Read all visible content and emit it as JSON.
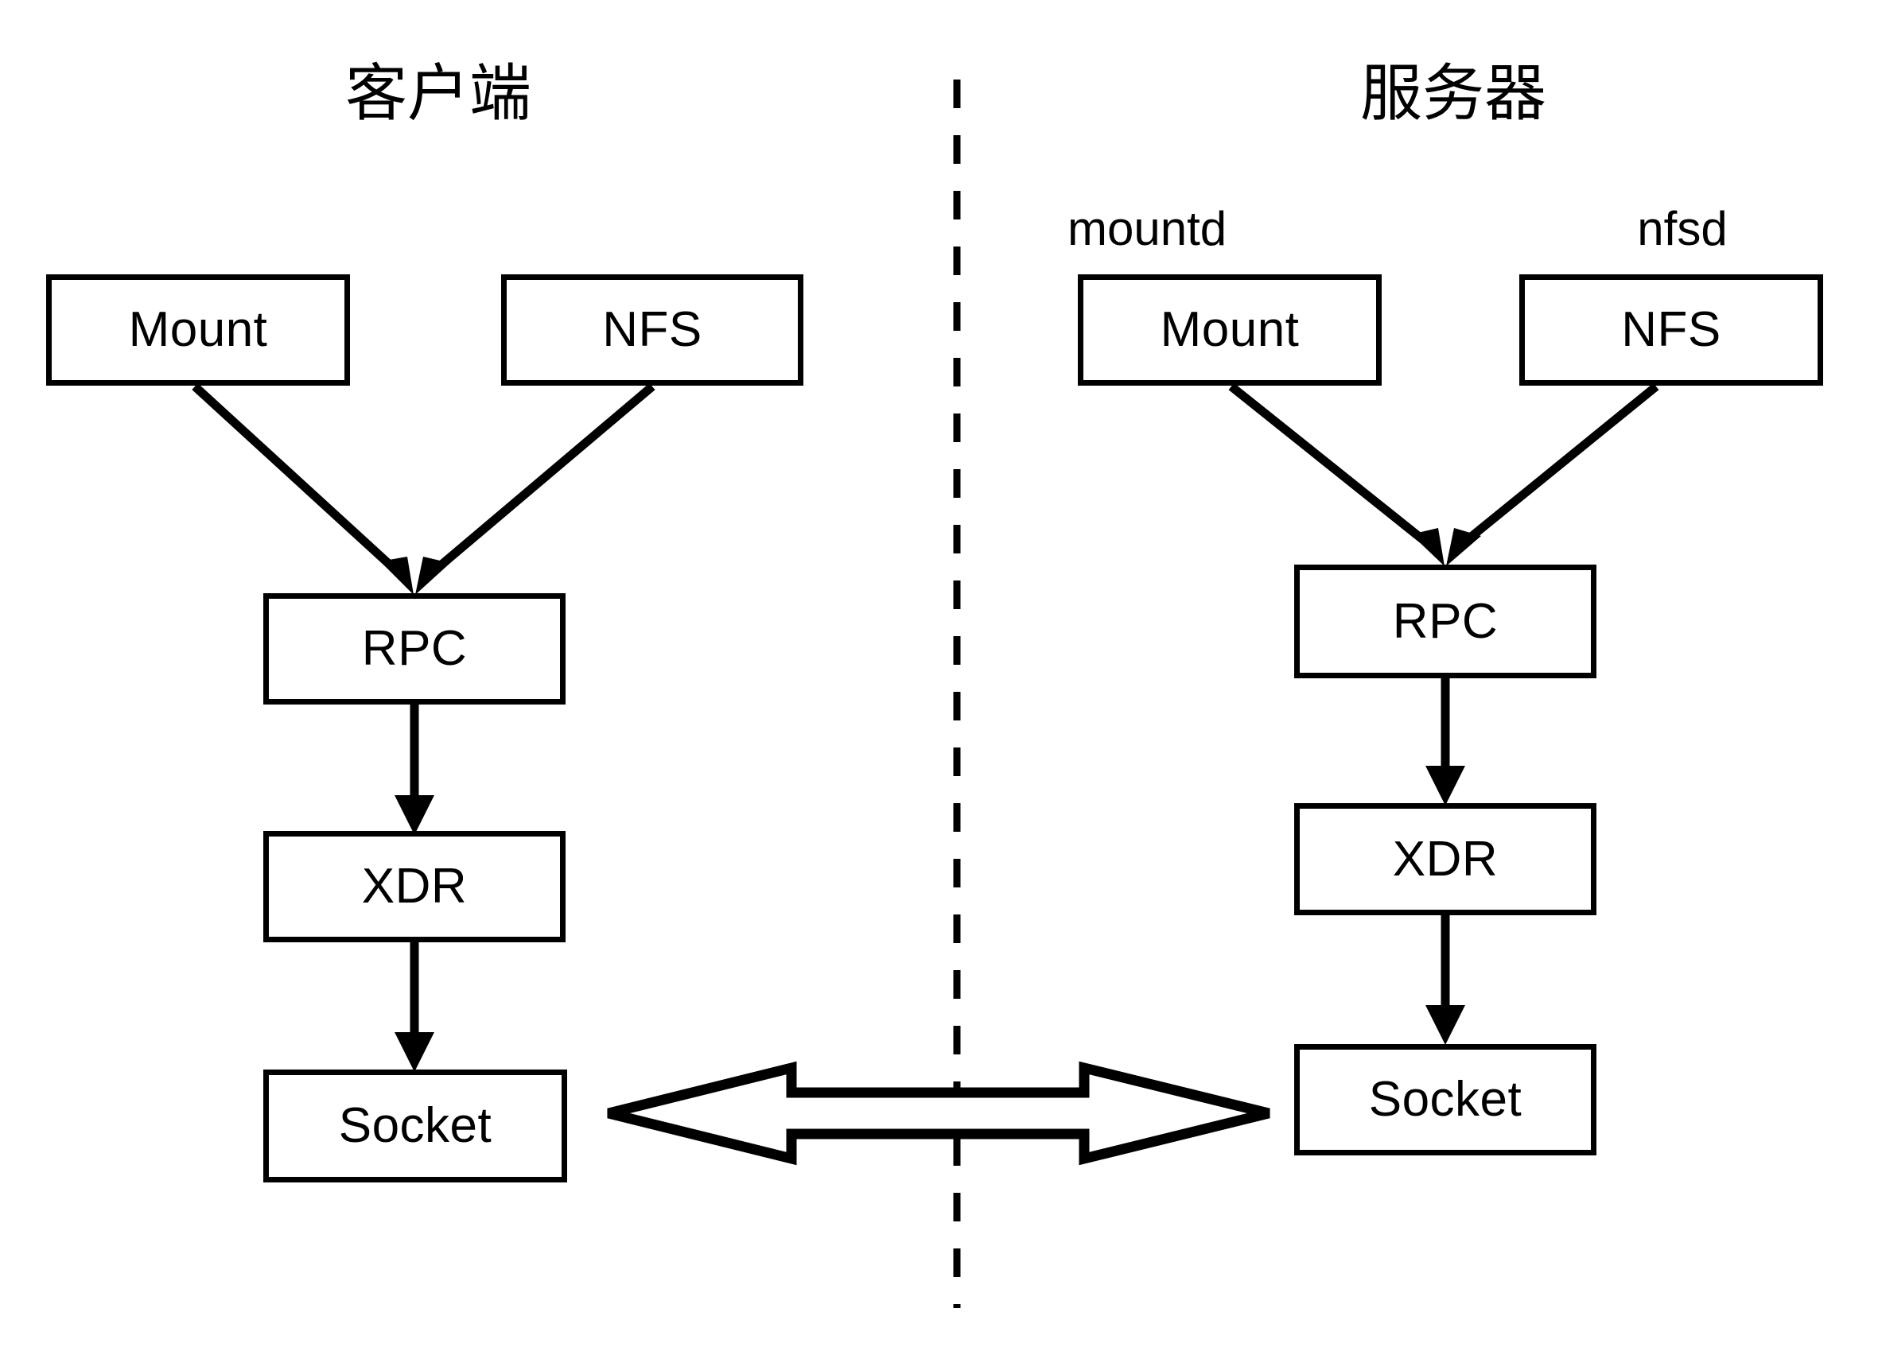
{
  "diagram": {
    "title_client": "客户端",
    "title_server": "服务器",
    "background_color": "#ffffff",
    "stroke_color": "#000000",
    "divider": {
      "name": "client-server-divider",
      "style": "dashed-vertical"
    },
    "client": {
      "daemon_labels": [],
      "nodes": [
        {
          "id": "client-mount",
          "label": "Mount"
        },
        {
          "id": "client-nfs",
          "label": "NFS"
        },
        {
          "id": "client-rpc",
          "label": "RPC"
        },
        {
          "id": "client-xdr",
          "label": "XDR"
        },
        {
          "id": "client-socket",
          "label": "Socket"
        }
      ]
    },
    "server": {
      "daemon_labels": [
        {
          "id": "mountd-label",
          "label": "mountd"
        },
        {
          "id": "nfsd-label",
          "label": "nfsd"
        }
      ],
      "nodes": [
        {
          "id": "server-mount",
          "label": "Mount"
        },
        {
          "id": "server-nfs",
          "label": "NFS"
        },
        {
          "id": "server-rpc",
          "label": "RPC"
        },
        {
          "id": "server-xdr",
          "label": "XDR"
        },
        {
          "id": "server-socket",
          "label": "Socket"
        }
      ]
    },
    "connections": [
      {
        "from": "client-mount",
        "to": "client-rpc",
        "type": "arrow"
      },
      {
        "from": "client-nfs",
        "to": "client-rpc",
        "type": "arrow"
      },
      {
        "from": "client-rpc",
        "to": "client-xdr",
        "type": "arrow"
      },
      {
        "from": "client-xdr",
        "to": "client-socket",
        "type": "arrow"
      },
      {
        "from": "server-mount",
        "to": "server-rpc",
        "type": "arrow"
      },
      {
        "from": "server-nfs",
        "to": "server-rpc",
        "type": "arrow"
      },
      {
        "from": "server-rpc",
        "to": "server-xdr",
        "type": "arrow"
      },
      {
        "from": "server-xdr",
        "to": "server-socket",
        "type": "arrow"
      },
      {
        "from": "client-socket",
        "to": "server-socket",
        "type": "bidirectional-block-arrow"
      }
    ]
  }
}
